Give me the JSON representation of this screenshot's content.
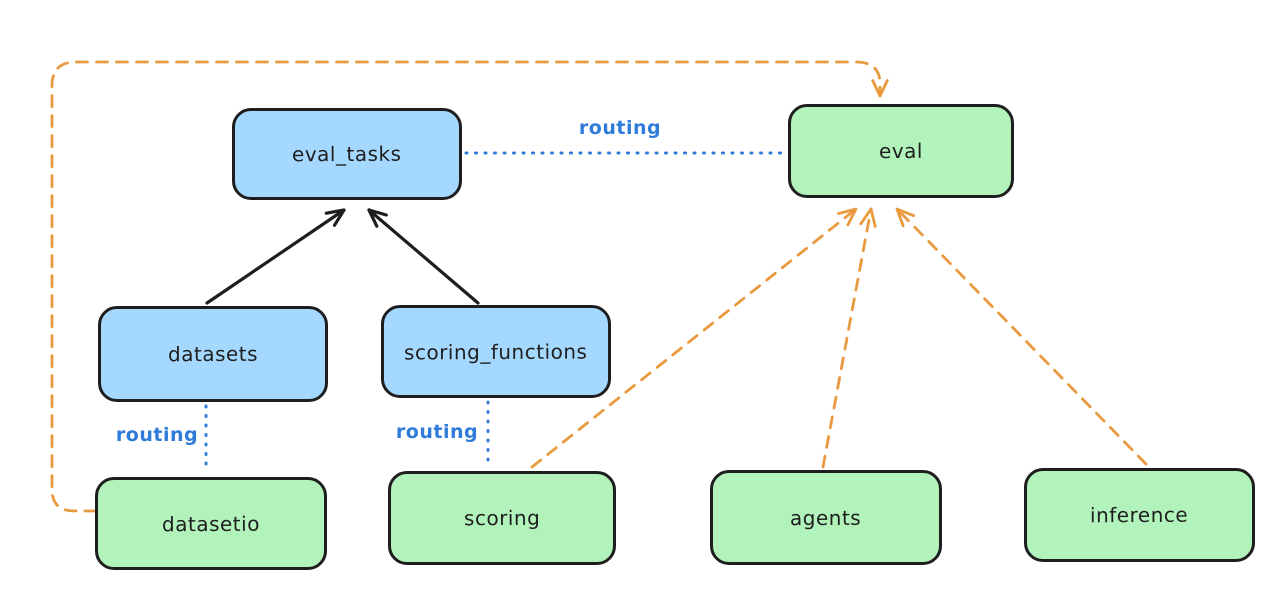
{
  "nodes": {
    "eval_tasks": {
      "label": "eval_tasks",
      "fill": "blue"
    },
    "eval": {
      "label": "eval",
      "fill": "green"
    },
    "datasets": {
      "label": "datasets",
      "fill": "blue"
    },
    "scoring_functions": {
      "label": "scoring_functions",
      "fill": "blue"
    },
    "datasetio": {
      "label": "datasetio",
      "fill": "green"
    },
    "scoring": {
      "label": "scoring",
      "fill": "green"
    },
    "agents": {
      "label": "agents",
      "fill": "green"
    },
    "inference": {
      "label": "inference",
      "fill": "green"
    }
  },
  "edge_labels": {
    "eval_tasks_eval": "routing",
    "datasets_datasetio": "routing",
    "scoring_functions_scoring": "routing"
  },
  "edges": [
    {
      "from": "datasets",
      "to": "eval_tasks",
      "style": "solid-black-arrow"
    },
    {
      "from": "scoring_functions",
      "to": "eval_tasks",
      "style": "solid-black-arrow"
    },
    {
      "from": "eval_tasks",
      "to": "eval",
      "style": "dotted-blue",
      "label": "routing"
    },
    {
      "from": "datasets",
      "to": "datasetio",
      "style": "dotted-blue",
      "label": "routing"
    },
    {
      "from": "scoring_functions",
      "to": "scoring",
      "style": "dotted-blue",
      "label": "routing"
    },
    {
      "from": "datasetio",
      "to": "eval",
      "style": "dashed-orange-arrow"
    },
    {
      "from": "scoring",
      "to": "eval",
      "style": "dashed-orange-arrow"
    },
    {
      "from": "agents",
      "to": "eval",
      "style": "dashed-orange-arrow"
    },
    {
      "from": "inference",
      "to": "eval",
      "style": "dashed-orange-arrow"
    }
  ],
  "colors": {
    "blue_node_fill": "#a5d8ff",
    "green_node_fill": "#b2f2bb",
    "node_border": "#1e1e1e",
    "routing_blue": "#2f7bd9",
    "arrow_black": "#1e1e1e",
    "arrow_orange": "#ea9a3e",
    "background": "#ffffff"
  }
}
